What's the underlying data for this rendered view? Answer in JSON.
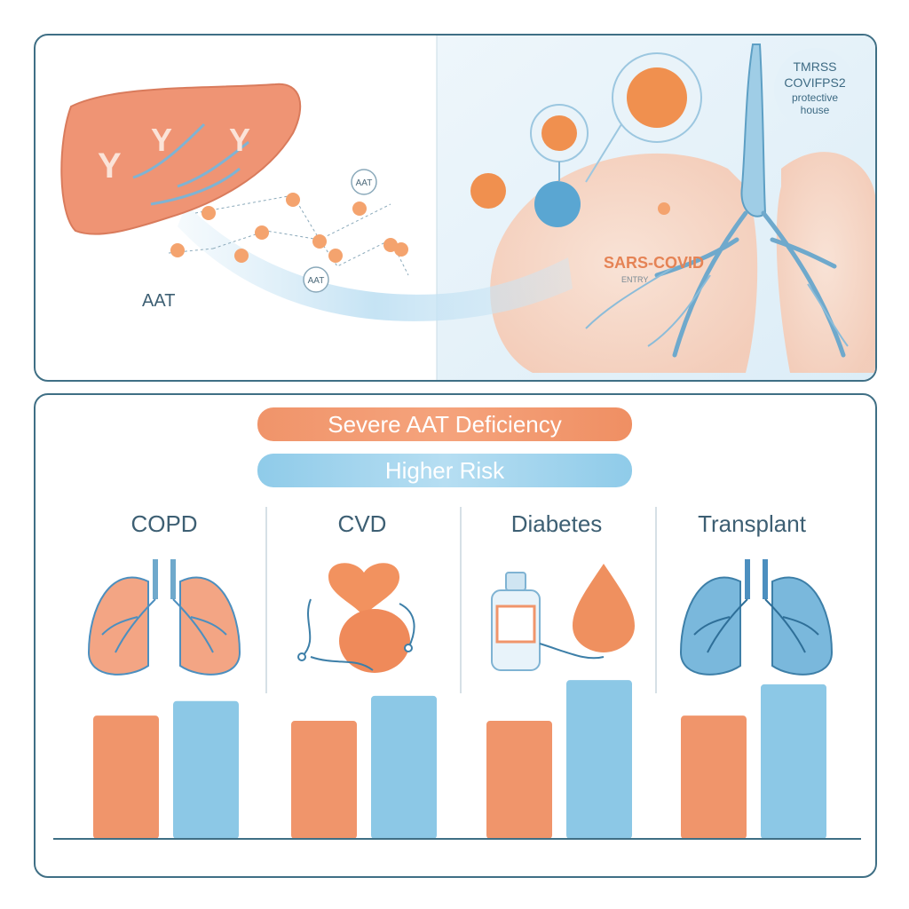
{
  "top": {
    "liver_label": "AAT",
    "aat_bubble_1": "AAT",
    "aat_bubble_2": "AAT",
    "virus_label": "SARS-COVID",
    "virus_sublabel": "ENTRY",
    "corner_note": [
      "TMRSS",
      "COVIFPS2",
      "protective",
      "house"
    ]
  },
  "bottom": {
    "pill_deficiency": "Severe AAT Deficiency",
    "pill_risk": "Higher Risk",
    "categories": [
      "COPD",
      "CVD",
      "Diabetes",
      "Transplant"
    ]
  },
  "colors": {
    "deficiency": "#f0956b",
    "risk": "#8cc8e6",
    "border": "#3f6f85"
  },
  "chart_data": {
    "type": "bar",
    "categories": [
      "COPD",
      "CVD",
      "Diabetes",
      "Transplant"
    ],
    "series": [
      {
        "name": "Severe AAT Deficiency",
        "values": [
          118,
          113,
          113,
          118
        ]
      },
      {
        "name": "Higher Risk",
        "values": [
          132,
          137,
          152,
          148
        ]
      }
    ],
    "ylim": [
      0,
      170
    ],
    "title": "",
    "xlabel": "",
    "ylabel": ""
  }
}
